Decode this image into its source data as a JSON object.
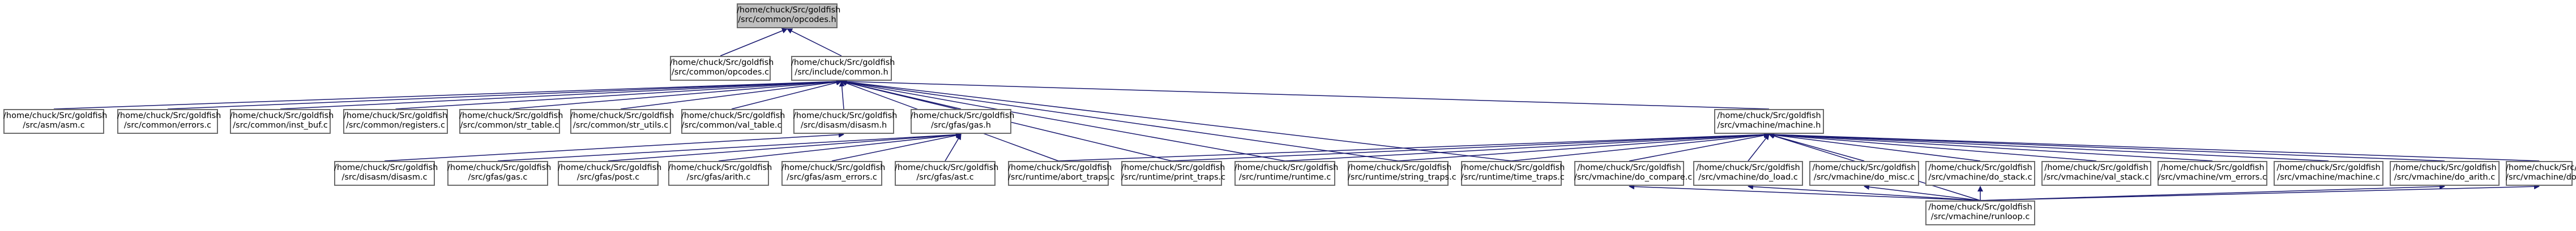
{
  "graph": {
    "edge_color": "#191970",
    "node_border_color": "#6b6b6b",
    "root_fill": "#bfbfbf",
    "nodes": [
      {
        "id": "opcodes_h",
        "line1": "/home/chuck/Src/goldfish",
        "line2": "/src/common/opcodes.h",
        "root": true
      },
      {
        "id": "opcodes_c",
        "line1": "/home/chuck/Src/goldfish",
        "line2": "/src/common/opcodes.c"
      },
      {
        "id": "common_h",
        "line1": "/home/chuck/Src/goldfish",
        "line2": "/src/include/common.h"
      },
      {
        "id": "asm_c",
        "line1": "/home/chuck/Src/goldfish",
        "line2": "/src/asm/asm.c"
      },
      {
        "id": "errors_c",
        "line1": "/home/chuck/Src/goldfish",
        "line2": "/src/common/errors.c"
      },
      {
        "id": "inst_buf_c",
        "line1": "/home/chuck/Src/goldfish",
        "line2": "/src/common/inst_buf.c"
      },
      {
        "id": "registers_c",
        "line1": "/home/chuck/Src/goldfish",
        "line2": "/src/common/registers.c"
      },
      {
        "id": "str_table_c",
        "line1": "/home/chuck/Src/goldfish",
        "line2": "/src/common/str_table.c"
      },
      {
        "id": "str_utils_c",
        "line1": "/home/chuck/Src/goldfish",
        "line2": "/src/common/str_utils.c"
      },
      {
        "id": "val_table_c",
        "line1": "/home/chuck/Src/goldfish",
        "line2": "/src/common/val_table.c"
      },
      {
        "id": "disasm_h",
        "line1": "/home/chuck/Src/goldfish",
        "line2": "/src/disasm/disasm.h"
      },
      {
        "id": "gas_h",
        "line1": "/home/chuck/Src/goldfish",
        "line2": "/src/gfas/gas.h"
      },
      {
        "id": "machine_h",
        "line1": "/home/chuck/Src/goldfish",
        "line2": "/src/vmachine/machine.h"
      },
      {
        "id": "disasm_c",
        "line1": "/home/chuck/Src/goldfish",
        "line2": "/src/disasm/disasm.c"
      },
      {
        "id": "gas_c",
        "line1": "/home/chuck/Src/goldfish",
        "line2": "/src/gfas/gas.c"
      },
      {
        "id": "post_c",
        "line1": "/home/chuck/Src/goldfish",
        "line2": "/src/gfas/post.c"
      },
      {
        "id": "arith_c",
        "line1": "/home/chuck/Src/goldfish",
        "line2": "/src/gfas/arith.c"
      },
      {
        "id": "asm_errors_c",
        "line1": "/home/chuck/Src/goldfish",
        "line2": "/src/gfas/asm_errors.c"
      },
      {
        "id": "ast_c",
        "line1": "/home/chuck/Src/goldfish",
        "line2": "/src/gfas/ast.c"
      },
      {
        "id": "abort_traps_c",
        "line1": "/home/chuck/Src/goldfish",
        "line2": "/src/runtime/abort_traps.c"
      },
      {
        "id": "print_traps_c",
        "line1": "/home/chuck/Src/goldfish",
        "line2": "/src/runtime/print_traps.c"
      },
      {
        "id": "runtime_c",
        "line1": "/home/chuck/Src/goldfish",
        "line2": "/src/runtime/runtime.c"
      },
      {
        "id": "string_traps_c",
        "line1": "/home/chuck/Src/goldfish",
        "line2": "/src/runtime/string_traps.c"
      },
      {
        "id": "time_traps_c",
        "line1": "/home/chuck/Src/goldfish",
        "line2": "/src/runtime/time_traps.c"
      },
      {
        "id": "do_compare_c",
        "line1": "/home/chuck/Src/goldfish",
        "line2": "/src/vmachine/do_compare.c"
      },
      {
        "id": "do_load_c",
        "line1": "/home/chuck/Src/goldfish",
        "line2": "/src/vmachine/do_load.c"
      },
      {
        "id": "do_misc_c",
        "line1": "/home/chuck/Src/goldfish",
        "line2": "/src/vmachine/do_misc.c"
      },
      {
        "id": "do_stack_c",
        "line1": "/home/chuck/Src/goldfish",
        "line2": "/src/vmachine/do_stack.c"
      },
      {
        "id": "val_stack_c",
        "line1": "/home/chuck/Src/goldfish",
        "line2": "/src/vmachine/val_stack.c"
      },
      {
        "id": "vm_errors_c",
        "line1": "/home/chuck/Src/goldfish",
        "line2": "/src/vmachine/vm_errors.c"
      },
      {
        "id": "machine_c",
        "line1": "/home/chuck/Src/goldfish",
        "line2": "/src/vmachine/machine.c"
      },
      {
        "id": "do_arith_c",
        "line1": "/home/chuck/Src/goldfish",
        "line2": "/src/vmachine/do_arith.c"
      },
      {
        "id": "do_branch_c",
        "line1": "/home/chuck/Src/goldfish",
        "line2": "/src/vmachine/do_branch.c"
      },
      {
        "id": "runloop_c",
        "line1": "/home/chuck/Src/goldfish",
        "line2": "/src/vmachine/runloop.c"
      }
    ],
    "edges": [
      [
        "opcodes_h",
        "opcodes_c"
      ],
      [
        "opcodes_h",
        "common_h"
      ],
      [
        "common_h",
        "asm_c"
      ],
      [
        "common_h",
        "errors_c"
      ],
      [
        "common_h",
        "inst_buf_c"
      ],
      [
        "common_h",
        "registers_c"
      ],
      [
        "common_h",
        "str_table_c"
      ],
      [
        "common_h",
        "str_utils_c"
      ],
      [
        "common_h",
        "val_table_c"
      ],
      [
        "common_h",
        "disasm_h"
      ],
      [
        "common_h",
        "gas_h"
      ],
      [
        "common_h",
        "machine_h"
      ],
      [
        "common_h",
        "abort_traps_c"
      ],
      [
        "common_h",
        "print_traps_c"
      ],
      [
        "common_h",
        "runtime_c"
      ],
      [
        "common_h",
        "string_traps_c"
      ],
      [
        "common_h",
        "time_traps_c"
      ],
      [
        "disasm_h",
        "disasm_c"
      ],
      [
        "gas_h",
        "gas_c"
      ],
      [
        "gas_h",
        "post_c"
      ],
      [
        "gas_h",
        "arith_c"
      ],
      [
        "gas_h",
        "asm_errors_c"
      ],
      [
        "gas_h",
        "ast_c"
      ],
      [
        "machine_h",
        "abort_traps_c"
      ],
      [
        "machine_h",
        "print_traps_c"
      ],
      [
        "machine_h",
        "runtime_c"
      ],
      [
        "machine_h",
        "string_traps_c"
      ],
      [
        "machine_h",
        "time_traps_c"
      ],
      [
        "machine_h",
        "do_compare_c"
      ],
      [
        "machine_h",
        "do_load_c"
      ],
      [
        "machine_h",
        "do_misc_c"
      ],
      [
        "machine_h",
        "do_stack_c"
      ],
      [
        "machine_h",
        "val_stack_c"
      ],
      [
        "machine_h",
        "vm_errors_c"
      ],
      [
        "machine_h",
        "machine_c"
      ],
      [
        "machine_h",
        "do_arith_c"
      ],
      [
        "machine_h",
        "do_branch_c"
      ],
      [
        "machine_h",
        "runloop_c"
      ],
      [
        "do_compare_c",
        "runloop_c"
      ],
      [
        "do_load_c",
        "runloop_c"
      ],
      [
        "do_misc_c",
        "runloop_c"
      ],
      [
        "do_stack_c",
        "runloop_c"
      ],
      [
        "do_arith_c",
        "runloop_c"
      ],
      [
        "do_branch_c",
        "runloop_c"
      ]
    ]
  }
}
